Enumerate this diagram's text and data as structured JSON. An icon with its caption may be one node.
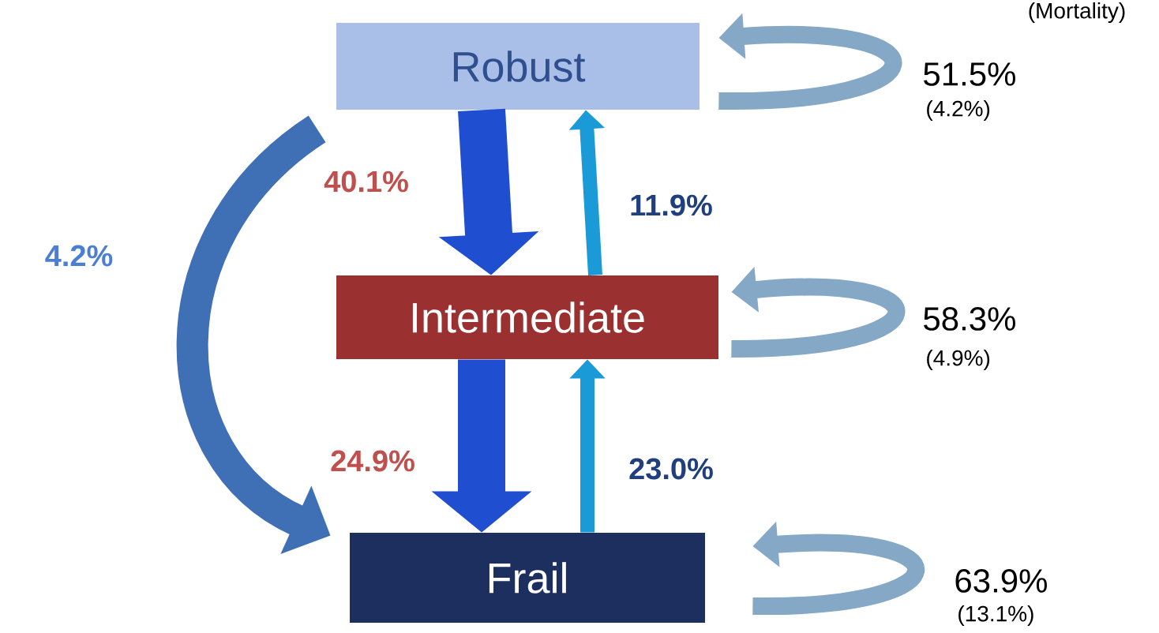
{
  "diagram": {
    "nodes": [
      {
        "text": [
          "Robust"
        ]
      },
      {
        "text": [
          "Intermediate"
        ]
      },
      {
        "text": [
          "Frail"
        ]
      }
    ],
    "edges": [
      {
        "from": 0,
        "to": 1,
        "arrow": "to",
        "label": "40.1%",
        "style": "thick",
        "color": "#1f4fd0"
      },
      {
        "from": 1,
        "to": 0,
        "arrow": "to",
        "label": "11.9%",
        "color": "#1a9ad6"
      },
      {
        "from": 1,
        "to": 2,
        "arrow": "to",
        "label": "24.9%",
        "style": "thick",
        "color": "#1f4fd0"
      },
      {
        "from": 2,
        "to": 1,
        "arrow": "to",
        "label": "23.0%",
        "color": "#1a9ad6"
      },
      {
        "from": 0,
        "to": 2,
        "arrow": "to",
        "label": "4.2%",
        "style": "thick",
        "color": "#3f6fb5"
      },
      {
        "from": 0,
        "to": 0,
        "arrow": "to",
        "label": "51.5%",
        "color": "#85a8c6"
      },
      {
        "from": 1,
        "to": 1,
        "arrow": "to",
        "label": "58.3%",
        "color": "#85a8c6"
      },
      {
        "from": 2,
        "to": 2,
        "arrow": "to",
        "label": "63.9%",
        "color": "#85a8c6"
      }
    ],
    "labels": [
      "(Mortality)",
      "(4.2%)",
      "(4.9%)",
      "(13.1%)"
    ]
  }
}
